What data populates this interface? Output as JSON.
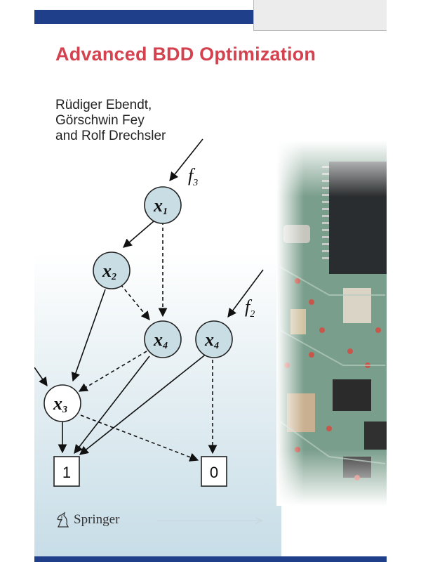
{
  "book": {
    "title": "Advanced BDD Optimization",
    "authors": [
      "Rüdiger Ebendt,",
      "Görschwin Fey",
      "and Rolf Drechsler"
    ],
    "publisher": "Springer"
  },
  "diagram": {
    "nodes": [
      {
        "id": "x1a",
        "var": "x",
        "sub": "1"
      },
      {
        "id": "x2",
        "var": "x",
        "sub": "2"
      },
      {
        "id": "x4a",
        "var": "x",
        "sub": "4"
      },
      {
        "id": "x4b",
        "var": "x",
        "sub": "4"
      },
      {
        "id": "x3",
        "var": "x",
        "sub": "3"
      }
    ],
    "terminals": [
      {
        "id": "t1",
        "value": "1"
      },
      {
        "id": "t0",
        "value": "0"
      }
    ],
    "functions": [
      {
        "name": "f",
        "sub": "3"
      },
      {
        "name": "f",
        "sub": "2"
      }
    ]
  },
  "colors": {
    "title": "#d3424e",
    "bar": "#1f3f8a",
    "node_fill": "#c9dde4",
    "node_stroke": "#222222"
  }
}
